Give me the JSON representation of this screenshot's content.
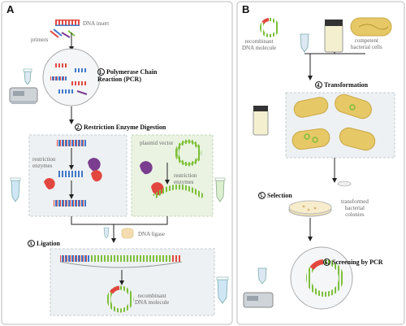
{
  "panels": {
    "a": "A",
    "b": "B"
  },
  "labels": {
    "dna_insert": "DNA insert",
    "primers": "primers",
    "restriction_enzymes_1": "restriction\nenzymes",
    "plasmid_vector": "plasmid vector",
    "restriction_enzymes_2": "restriction\nenzymes",
    "dna_ligase": "DNA ligase",
    "recombinant_dna_a": "recombinant\nDNA molecule",
    "recombinant_dna_b": "recombinant\nDNA molecule",
    "competent_cells": "competent\nbacterial cells",
    "transformed_colonies": "transformed\nbacterial\ncolonies"
  },
  "steps": [
    {
      "num": "1.",
      "text": "Polymerase Chain\nReaction (PCR)"
    },
    {
      "num": "2.",
      "text": "Restriction Enzyme Digestion"
    },
    {
      "num": "3.",
      "text": "Ligation"
    },
    {
      "num": "4.",
      "text": "Transformation"
    },
    {
      "num": "5.",
      "text": "Selection"
    },
    {
      "num": "6.",
      "text": "Screening by PCR"
    }
  ],
  "colors": {
    "dna_red": "#e2473f",
    "dna_blue": "#3e78c9",
    "dna_green": "#7dbf3a",
    "dna_purple": "#7a3d8f",
    "panel_bg": "#eef1f3",
    "green_bg": "#eaf3e2",
    "cell": "#e7c866"
  }
}
